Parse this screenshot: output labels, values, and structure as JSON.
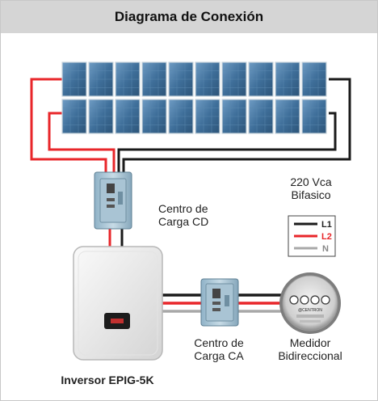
{
  "header": {
    "title": "Diagrama de Conexión"
  },
  "system": {
    "voltage_line1": "220 Vca",
    "voltage_line2": "Bifasico"
  },
  "legend": {
    "l1": "L1",
    "l2": "L2",
    "n": "N"
  },
  "centro_cd": {
    "line1": "Centro de",
    "line2": "Carga CD"
  },
  "centro_ca": {
    "line1": "Centro de",
    "line2": "Carga CA"
  },
  "medidor": {
    "line1": "Medidor",
    "line2": "Bidireccional",
    "brand": "@CENTRON"
  },
  "inverter": {
    "label": "Inversor EPIG-5K"
  },
  "solar": {
    "rows": 2,
    "panels_per_row": 10
  },
  "colors": {
    "red": "#e8262a",
    "black": "#1a1a1a",
    "gray": "#a8a8a8",
    "panel": "#3f6f9a",
    "header_bg": "#d5d5d5"
  }
}
